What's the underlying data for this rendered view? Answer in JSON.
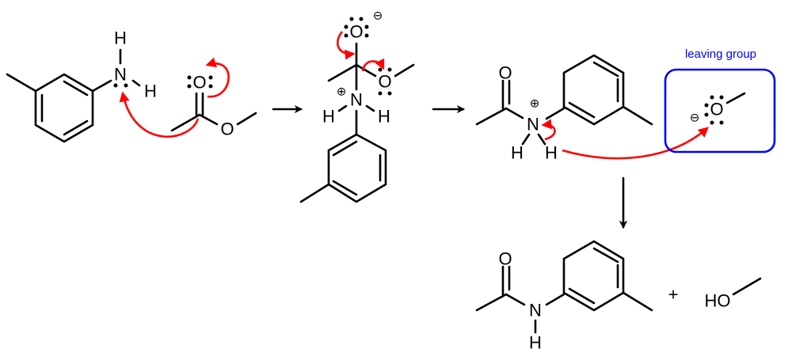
{
  "atoms": {
    "N": "N",
    "H": "H",
    "O": "O",
    "HO": "HO"
  },
  "charges": {
    "plus": "⊕",
    "minus": "⊖",
    "plus_sign": "+"
  },
  "labels": {
    "leaving_group": "leaving group"
  },
  "colors": {
    "arrow": "#ff0000",
    "box": "#0000ff",
    "bond": "#000000"
  }
}
